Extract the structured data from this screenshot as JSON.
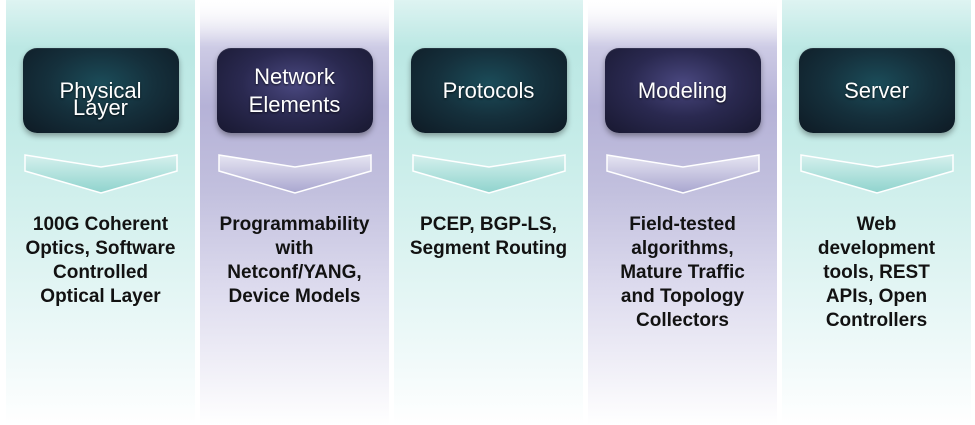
{
  "diagram": {
    "columns": [
      {
        "title_lines": [
          "Physical",
          "Layer"
        ],
        "description_lines": [
          "100G Coherent",
          "Optics, Software",
          "Controlled",
          "Optical Layer"
        ],
        "theme": "teal"
      },
      {
        "title_lines": [
          "Network",
          "Elements"
        ],
        "description_lines": [
          "Programmability",
          "with",
          "Netconf/YANG,",
          "Device Models"
        ],
        "theme": "purple"
      },
      {
        "title_lines": [
          "Protocols"
        ],
        "description_lines": [
          "PCEP, BGP-LS,",
          "Segment Routing"
        ],
        "theme": "teal"
      },
      {
        "title_lines": [
          "Modeling"
        ],
        "description_lines": [
          "Field-tested",
          "algorithms,",
          "Mature Traffic",
          "and Topology",
          "Collectors"
        ],
        "theme": "purple"
      },
      {
        "title_lines": [
          "Server"
        ],
        "description_lines": [
          "Web",
          "development",
          "tools, REST",
          "APIs, Open",
          "Controllers"
        ],
        "theme": "teal"
      }
    ],
    "colors": {
      "teal_background": "#b7e6e2",
      "purple_background": "#b5b2d7",
      "teal_box": "#15303c",
      "purple_box": "#2a2950",
      "title_text": "#ffffff",
      "description_text": "#121212"
    }
  }
}
